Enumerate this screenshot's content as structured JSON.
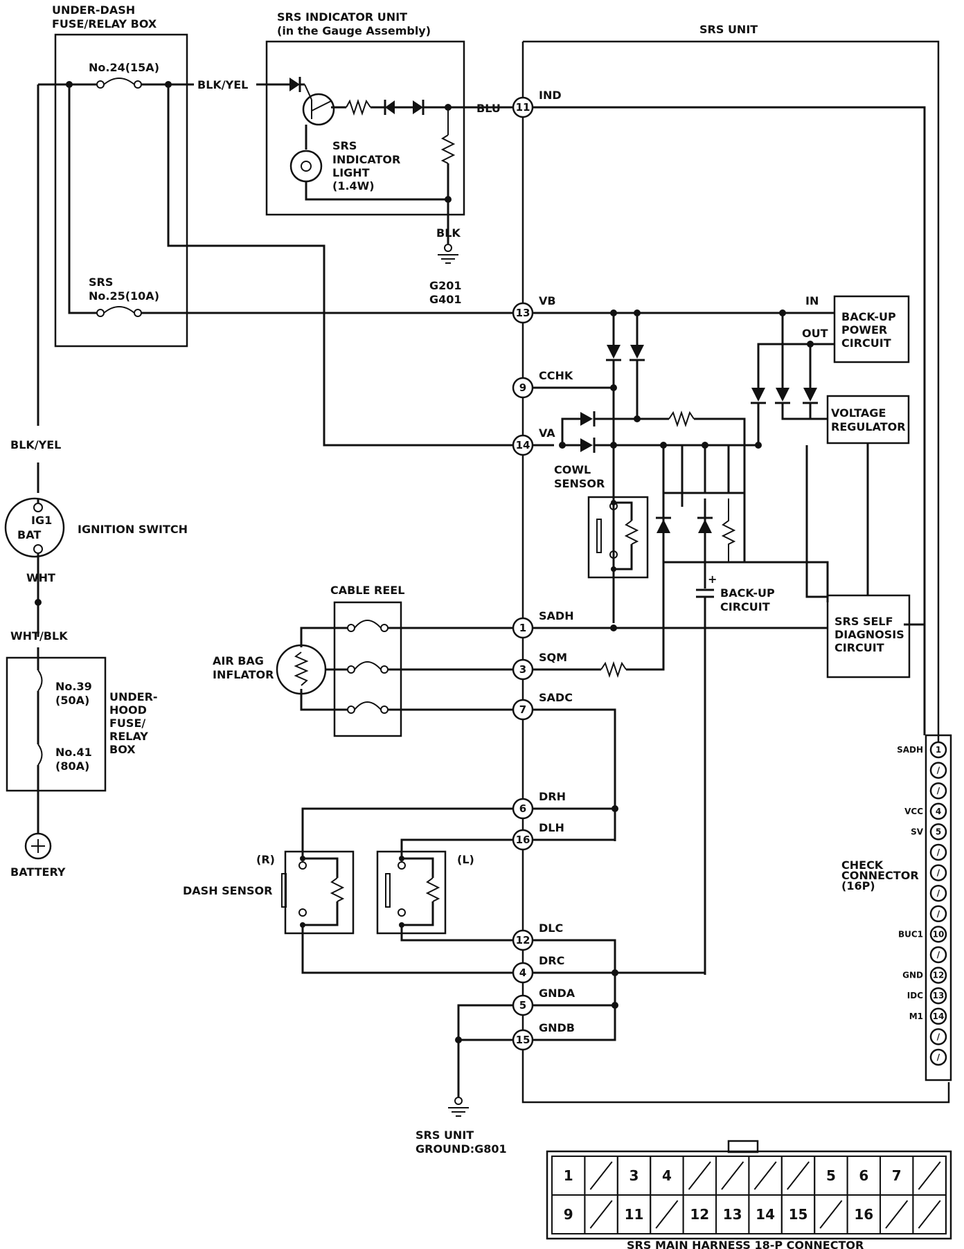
{
  "labels": {
    "under_dash_box": [
      "UNDER-DASH",
      "FUSE/RELAY BOX"
    ],
    "fuse24": "No.24(15A)",
    "blk_yel_top": "BLK/YEL",
    "srs_fuse": [
      "SRS",
      "No.25(10A)"
    ],
    "blk_yel_left": "BLK/YEL",
    "ignition_switch": "IGNITION SWITCH",
    "ig1": "IG1",
    "bat": "BAT",
    "wht": "WHT",
    "wht_blk": "WHT/BLK",
    "fuse39": [
      "No.39",
      "(50A)"
    ],
    "fuse41": [
      "No.41",
      "(80A)"
    ],
    "under_hood_box": [
      "UNDER-",
      "HOOD",
      "FUSE/",
      "RELAY",
      "BOX"
    ],
    "battery": "BATTERY",
    "indicator_unit": [
      "SRS INDICATOR UNIT",
      "(in the Gauge Assembly)"
    ],
    "indicator_light": [
      "SRS",
      "INDICATOR",
      "LIGHT",
      "(1.4W)"
    ],
    "blu": "BLU",
    "blk": "BLK",
    "ground_g201": [
      "G201",
      "G401"
    ],
    "srs_unit": "SRS UNIT",
    "backup_power": [
      "BACK-UP",
      "POWER",
      "CIRCUIT"
    ],
    "in": "IN",
    "out": "OUT",
    "voltage_regulator": [
      "VOLTAGE",
      "REGULATOR"
    ],
    "cowl_sensor": [
      "COWL",
      "SENSOR"
    ],
    "backup_circuit": [
      "BACK-UP",
      "CIRCUIT"
    ],
    "self_diag": [
      "SRS SELF",
      "DIAGNOSIS",
      "CIRCUIT"
    ],
    "cable_reel": "CABLE REEL",
    "airbag": [
      "AIR BAG",
      "INFLATOR"
    ],
    "dash_sensor": "DASH SENSOR",
    "r": "(R)",
    "l": "(L)",
    "srs_ground": [
      "SRS UNIT",
      "GROUND:G801"
    ],
    "check_connector": [
      "CHECK",
      "CONNECTOR",
      "(16P)"
    ],
    "main_harness": "SRS MAIN HARNESS 18-P CONNECTOR",
    "plus": "+"
  },
  "pins": [
    {
      "num": "11",
      "name": "IND"
    },
    {
      "num": "13",
      "name": "VB"
    },
    {
      "num": "9",
      "name": "CCHK"
    },
    {
      "num": "14",
      "name": "VA"
    },
    {
      "num": "1",
      "name": "SADH"
    },
    {
      "num": "3",
      "name": "SQM"
    },
    {
      "num": "7",
      "name": "SADC"
    },
    {
      "num": "6",
      "name": "DRH"
    },
    {
      "num": "16",
      "name": "DLH"
    },
    {
      "num": "12",
      "name": "DLC"
    },
    {
      "num": "4",
      "name": "DRC"
    },
    {
      "num": "5",
      "name": "GNDA"
    },
    {
      "num": "15",
      "name": "GNDB"
    }
  ],
  "check_pins": [
    {
      "num": "1",
      "name": "SADH"
    },
    {
      "num": "/",
      "name": ""
    },
    {
      "num": "/",
      "name": ""
    },
    {
      "num": "4",
      "name": "VCC"
    },
    {
      "num": "5",
      "name": "SV"
    },
    {
      "num": "/",
      "name": ""
    },
    {
      "num": "/",
      "name": ""
    },
    {
      "num": "/",
      "name": ""
    },
    {
      "num": "/",
      "name": ""
    },
    {
      "num": "10",
      "name": "BUC1"
    },
    {
      "num": "/",
      "name": ""
    },
    {
      "num": "12",
      "name": "GND"
    },
    {
      "num": "13",
      "name": "IDC"
    },
    {
      "num": "14",
      "name": "M1"
    },
    {
      "num": "/",
      "name": ""
    },
    {
      "num": "/",
      "name": ""
    }
  ],
  "connector_rows": [
    [
      "1",
      "",
      "3",
      "4",
      "",
      "",
      "",
      "",
      "5",
      "6",
      "7",
      ""
    ],
    [
      "9",
      "",
      "11",
      "",
      "12",
      "13",
      "14",
      "15",
      "",
      "16",
      "",
      ""
    ]
  ]
}
